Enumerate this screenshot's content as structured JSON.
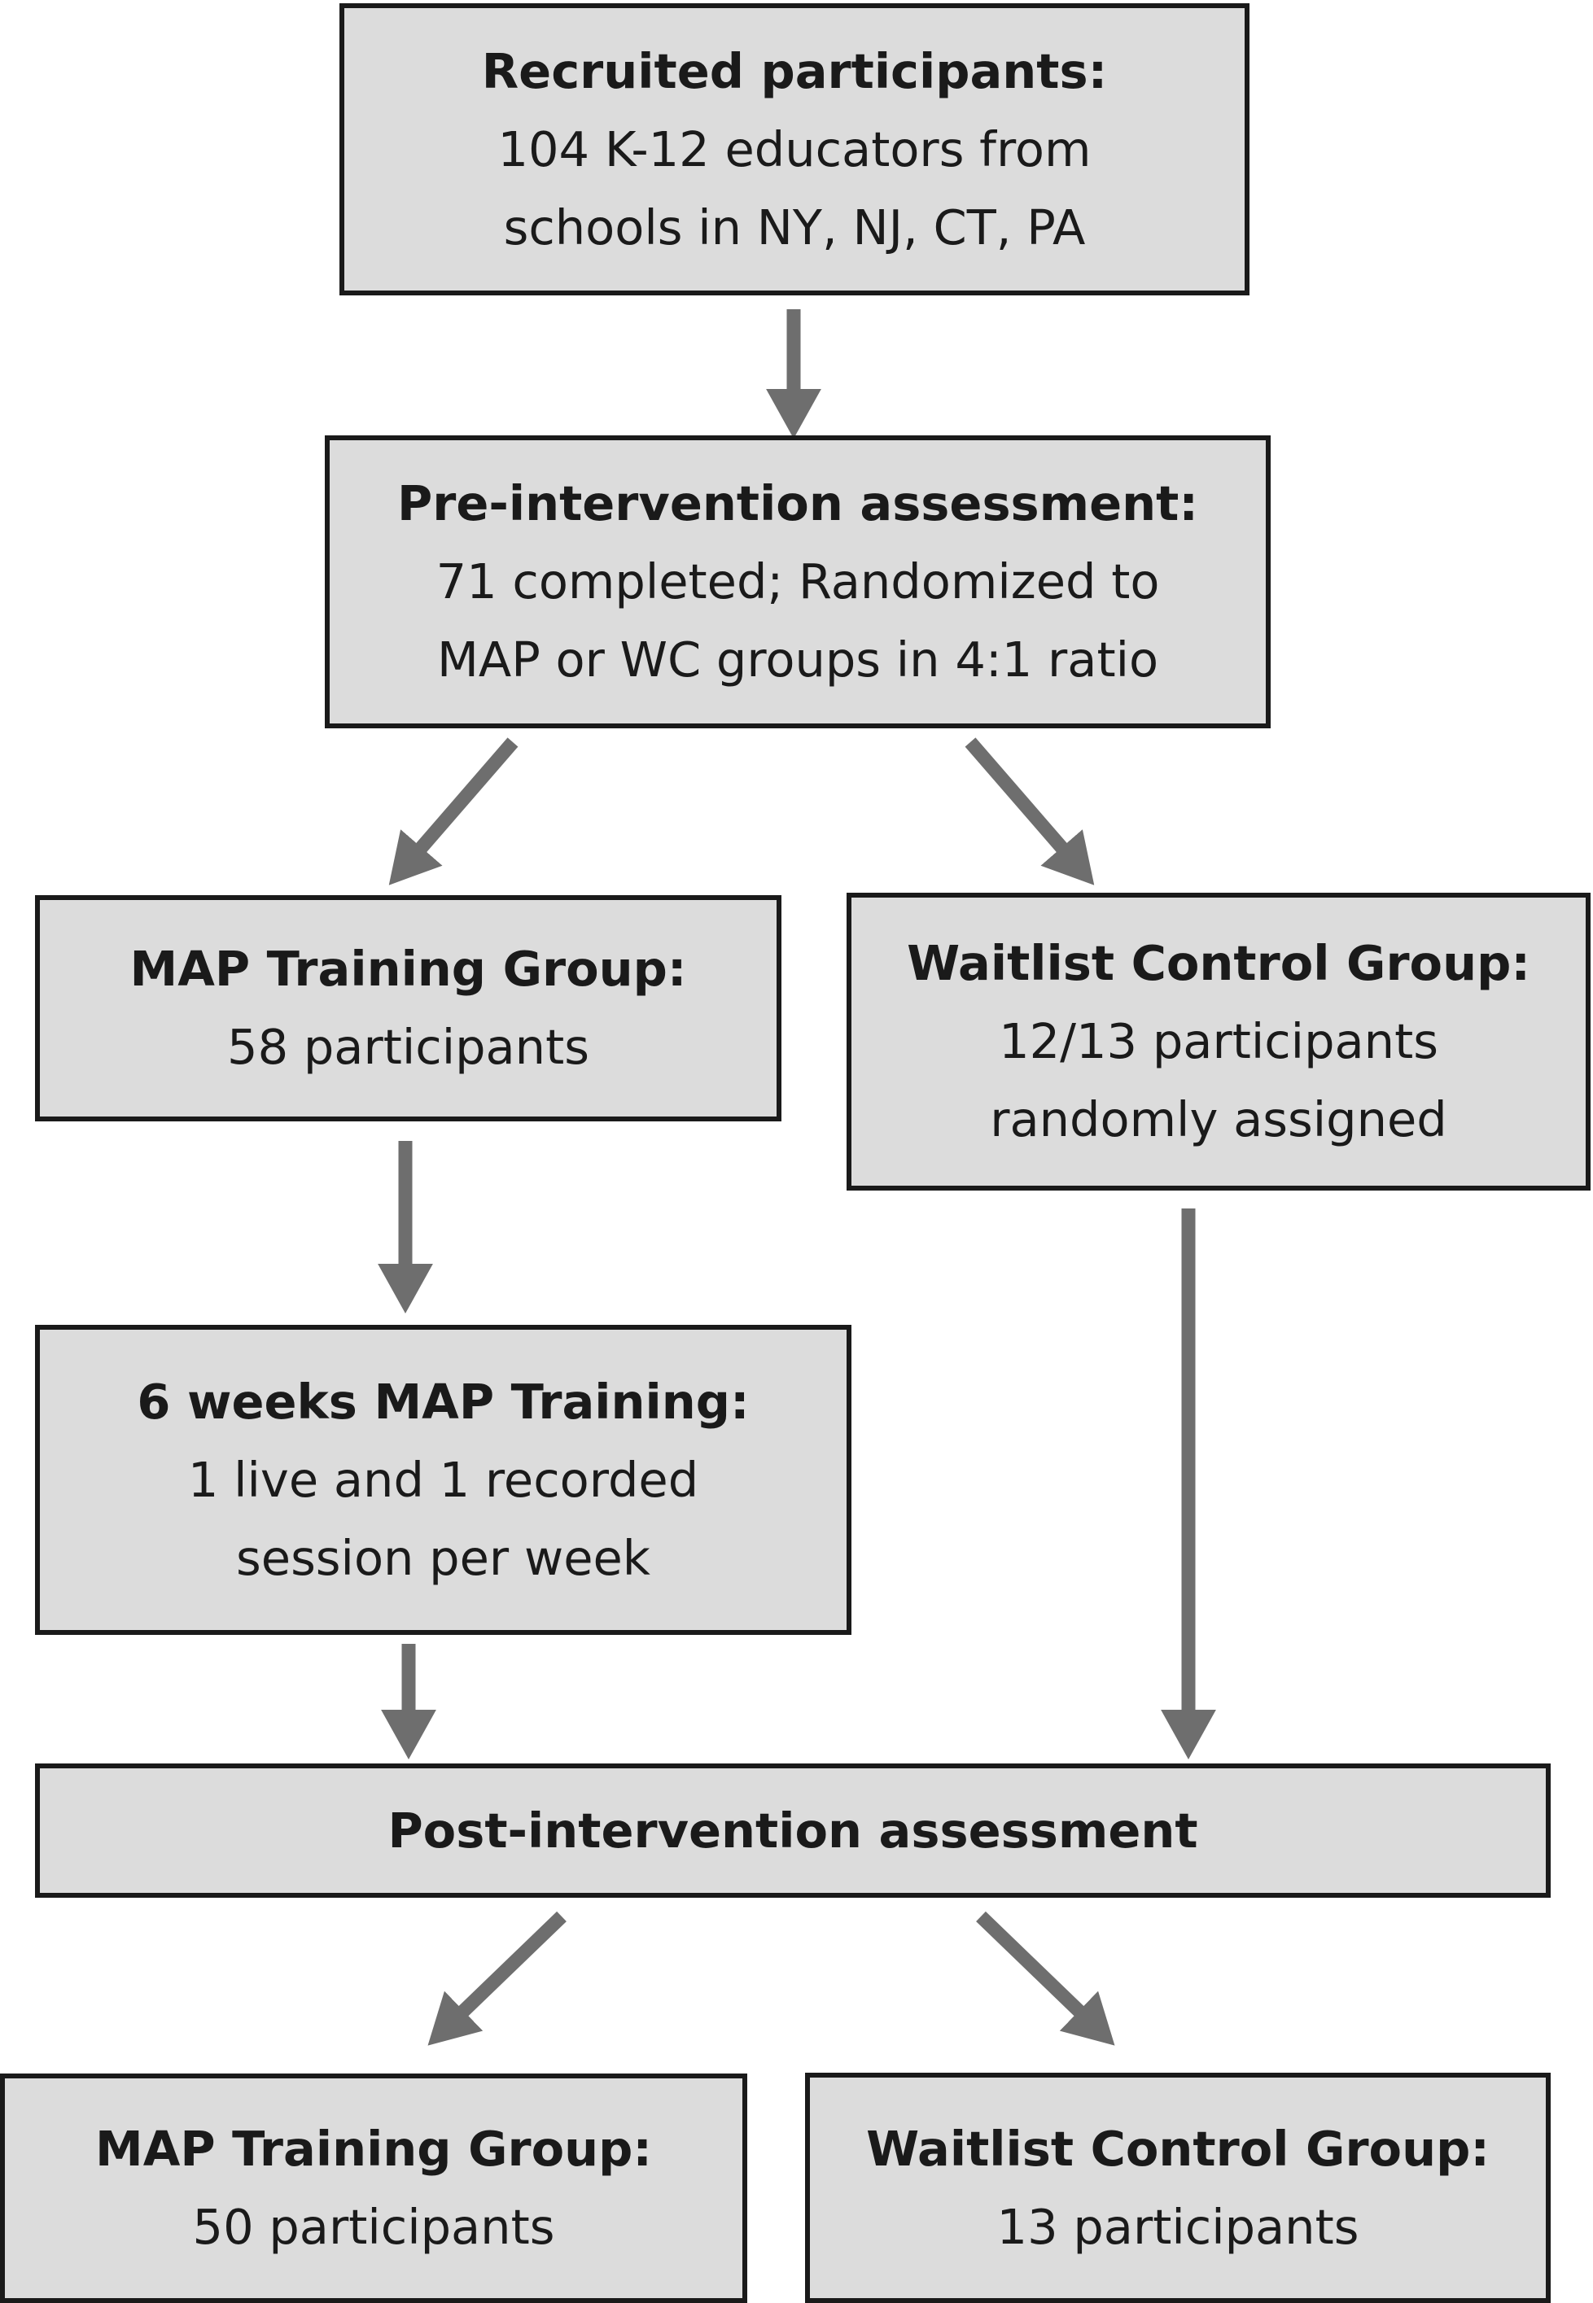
{
  "colors": {
    "box_fill": "#dcdcdc",
    "box_border": "#1a1a1a",
    "arrow": "#6e6e6e",
    "text": "#1a1a1a"
  },
  "boxes": {
    "recruited": {
      "title": "Recruited participants:",
      "lines": [
        "104 K-12 educators from",
        "schools in NY, NJ, CT, PA"
      ]
    },
    "pre_assessment": {
      "title": "Pre-intervention assessment:",
      "lines": [
        "71 completed; Randomized to",
        "MAP or WC groups in 4:1 ratio"
      ]
    },
    "map_group_pre": {
      "title": "MAP Training Group:",
      "lines": [
        "58 participants"
      ]
    },
    "waitlist_pre": {
      "title": "Waitlist Control Group:",
      "lines": [
        "12/13 participants",
        "randomly assigned"
      ]
    },
    "map_training": {
      "title": "6 weeks MAP Training:",
      "lines": [
        "1 live and 1 recorded",
        "session per week"
      ]
    },
    "post_assessment": {
      "title": "Post-intervention assessment",
      "lines": []
    },
    "map_group_post": {
      "title": "MAP Training Group:",
      "lines": [
        "50 participants"
      ]
    },
    "waitlist_post": {
      "title": "Waitlist Control Group:",
      "lines": [
        "13 participants"
      ]
    }
  }
}
